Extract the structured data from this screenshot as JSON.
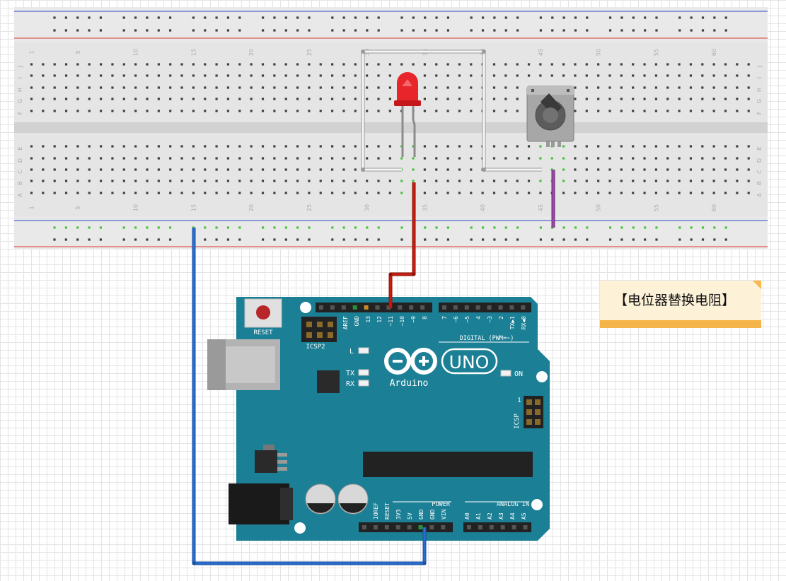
{
  "breadboard": {
    "row_letters_top": [
      "J",
      "I",
      "H",
      "G",
      "F"
    ],
    "row_letters_bottom": [
      "E",
      "D",
      "C",
      "B",
      "A"
    ],
    "column_numbers": [
      "1",
      "5",
      "10",
      "15",
      "20",
      "25",
      "30",
      "35",
      "40",
      "45",
      "50",
      "55",
      "60"
    ]
  },
  "arduino": {
    "reset_label": "RESET",
    "icsp2_label": "ICSP2",
    "icsp_label": "ICSP",
    "icsp_pin1": "1",
    "digital_label": "DIGITAL (PWM=~)",
    "digital_pins": [
      "AREF",
      "GND",
      "13",
      "12",
      "~11",
      "~10",
      "~9",
      "8",
      "7",
      "~6",
      "~5",
      "4",
      "~3",
      "2",
      "TX▶1",
      "RX◀0"
    ],
    "led_l": "L",
    "led_tx": "TX",
    "led_rx": "RX",
    "logo_text": "Arduino",
    "model": "UNO",
    "on_label": "ON",
    "power_label": "POWER",
    "power_pins": [
      "IOREF",
      "RESET",
      "3V3",
      "5V",
      "GND",
      "GND",
      "VIN"
    ],
    "analog_label": "ANALOG IN",
    "analog_pins": [
      "A0",
      "A1",
      "A2",
      "A3",
      "A4",
      "A5"
    ]
  },
  "note": {
    "text": "【电位器替换电阻】"
  },
  "colors": {
    "board": "#1b7f95",
    "breadboard": "#e6e6e6",
    "rail_red": "#d9362b",
    "rail_blue": "#2b47c9",
    "wire_red": "#c01a0e",
    "wire_blue": "#2466c8",
    "wire_purple": "#8e3d99",
    "wire_white": "#f4f4f4",
    "led_red": "#e8252a",
    "highlight_green": "#56d24a"
  }
}
